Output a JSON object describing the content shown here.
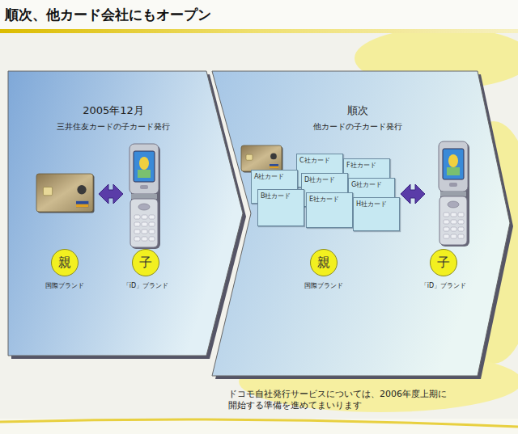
{
  "diagram": {
    "title": "順次、他カード会社にもオープン",
    "caption": "ドコモ自社発行サービスについては、2006年度上期に開始する準備を進めてまいります",
    "nodes": [
      {
        "text": [
          "2005年12月",
          "三井住友カードの子カード発行"
        ]
      },
      {
        "text": [
          "親",
          "国際ブランド"
        ],
        "in": 0
      },
      {
        "text": [
          "子",
          "「iD」ブランド"
        ],
        "in": 0
      },
      {
        "text": [
          "順次",
          "他カードの子カード発行"
        ]
      },
      {
        "text": [
          "C社カード"
        ],
        "in": 3
      },
      {
        "text": [
          "F社カード"
        ],
        "in": 3
      },
      {
        "text": [
          "A社カード"
        ],
        "in": 3
      },
      {
        "text": [
          "D社カード"
        ],
        "in": 3
      },
      {
        "text": [
          "G社カード"
        ],
        "in": 3
      },
      {
        "text": [
          "B社カード"
        ],
        "in": 3
      },
      {
        "text": [
          "E社カード"
        ],
        "in": 3
      },
      {
        "text": [
          "H社カード"
        ],
        "in": 3
      },
      {
        "text": [
          "親",
          "国際ブランド"
        ],
        "in": 3
      },
      {
        "text": [
          "子",
          "「iD」ブランド"
        ],
        "in": 3
      }
    ]
  }
}
